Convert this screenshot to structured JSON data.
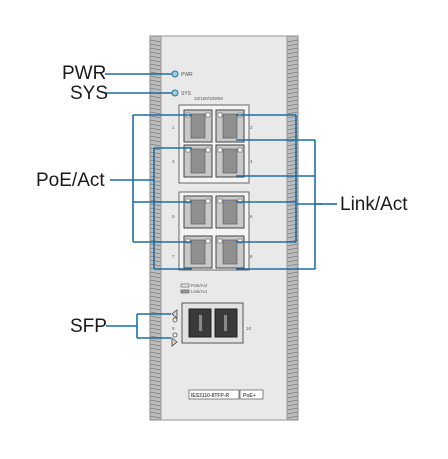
{
  "callouts": {
    "pwr": "PWR",
    "sys": "SYS",
    "poe_act": "PoE/Act",
    "link_act": "Link/Act",
    "sfp": "SFP"
  },
  "device": {
    "led_pwr": "PWR",
    "led_sys": "SYS",
    "speed_label": "10/100/1000M",
    "port_numbers": [
      "1",
      "2",
      "3",
      "4",
      "5",
      "6",
      "7",
      "8"
    ],
    "sfp_numbers": [
      "9",
      "10"
    ],
    "legend_poe": "PoE/Act",
    "legend_link": "Link/Act",
    "model": "IES3110-8TFP-R",
    "poe_badge": "PoE+"
  },
  "colors": {
    "line": "#1b6fa6",
    "housing": "#b9b9b9",
    "panel": "#ededed"
  }
}
